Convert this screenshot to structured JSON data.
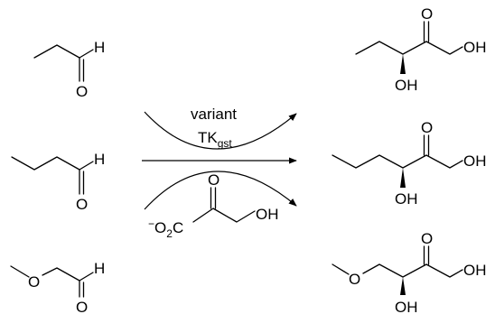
{
  "reagents": {
    "enzyme_line1": "variant",
    "enzyme_main": "TK",
    "enzyme_sub": "gst",
    "donor": {
      "charge": "−",
      "o": "O",
      "sub2": "2",
      "c": "C",
      "carbonyl_o": "O",
      "oh": "OH"
    }
  },
  "substrates": [
    {
      "aldehyde_h": "H",
      "aldehyde_o": "O"
    },
    {
      "aldehyde_h": "H",
      "aldehyde_o": "O"
    },
    {
      "ether_o": "O",
      "aldehyde_h": "H",
      "aldehyde_o": "O"
    }
  ],
  "products": [
    {
      "ketone_o": "O",
      "oh_terminal": "OH",
      "oh_stereo": "OH"
    },
    {
      "ketone_o": "O",
      "oh_terminal": "OH",
      "oh_stereo": "OH"
    },
    {
      "ether_o": "O",
      "ketone_o": "O",
      "oh_terminal": "OH",
      "oh_stereo": "OH"
    }
  ]
}
